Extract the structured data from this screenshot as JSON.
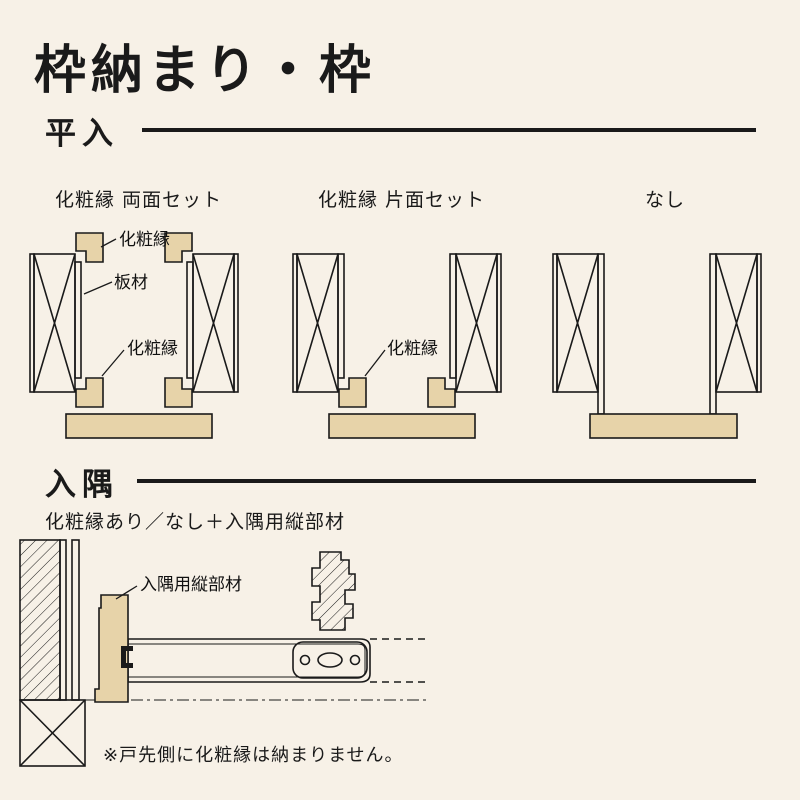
{
  "title": "枠納まり・枠",
  "colors": {
    "background": "#f7f1e7",
    "wood": "#e7d3a9",
    "line": "#1a1a1a"
  },
  "hirairi": {
    "heading": "平入",
    "variants": [
      {
        "label": "化粧縁 両面セット",
        "callout_top": "化粧縁",
        "callout_board": "板材",
        "callout_bottom": "化粧縁"
      },
      {
        "label": "化粧縁 片面セット",
        "callout_bottom": "化粧縁"
      },
      {
        "label": "なし"
      }
    ]
  },
  "irisumi": {
    "heading": "入隅",
    "subtitle": "化粧縁あり／なし＋入隅用縦部材",
    "callout_member": "入隅用縦部材",
    "note": "※戸先側に化粧縁は納まりません。"
  }
}
